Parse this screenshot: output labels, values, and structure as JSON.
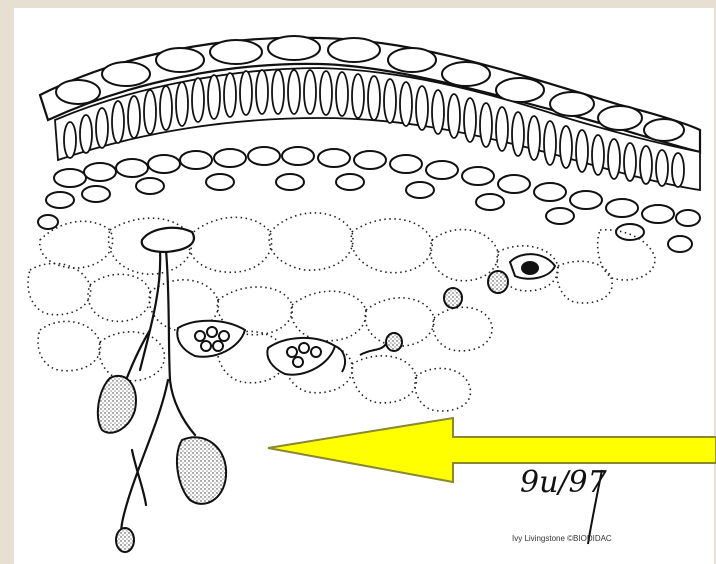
{
  "figure": {
    "handwritten_note": "9u/97",
    "credit_text": "Ivy Livingstone ©BIODIDAC",
    "colors": {
      "background": "#e7e0d2",
      "panel": "#ffffff",
      "ink": "#111111",
      "arrow_fill": "#ffff00",
      "arrow_stroke": "#8a8a2a",
      "spore_fill": "#bdbdbd"
    },
    "icons": [
      "leaf-cross-section",
      "fungal-hypha",
      "yellow-pointer-arrow"
    ]
  }
}
